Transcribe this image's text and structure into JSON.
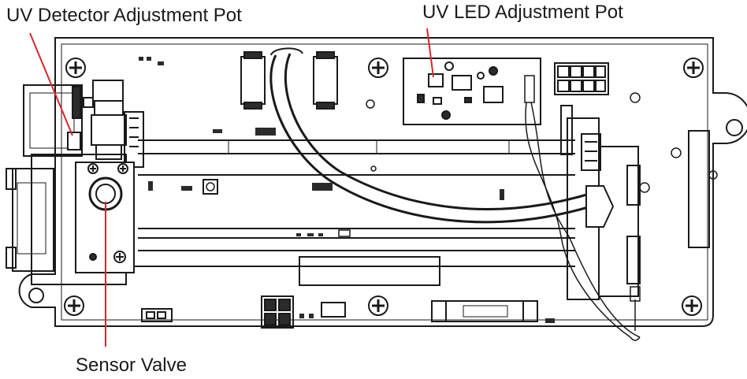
{
  "callouts": {
    "uv_detector_pot": "UV Detector Adjustment Pot",
    "uv_led_pot": "UV LED Adjustment Pot",
    "sensor_valve": "Sensor Valve"
  },
  "colors": {
    "line": "#1a1a1a",
    "callout": "#d9262c",
    "fill": "#ffffff",
    "dark": "#2b2b2b"
  }
}
